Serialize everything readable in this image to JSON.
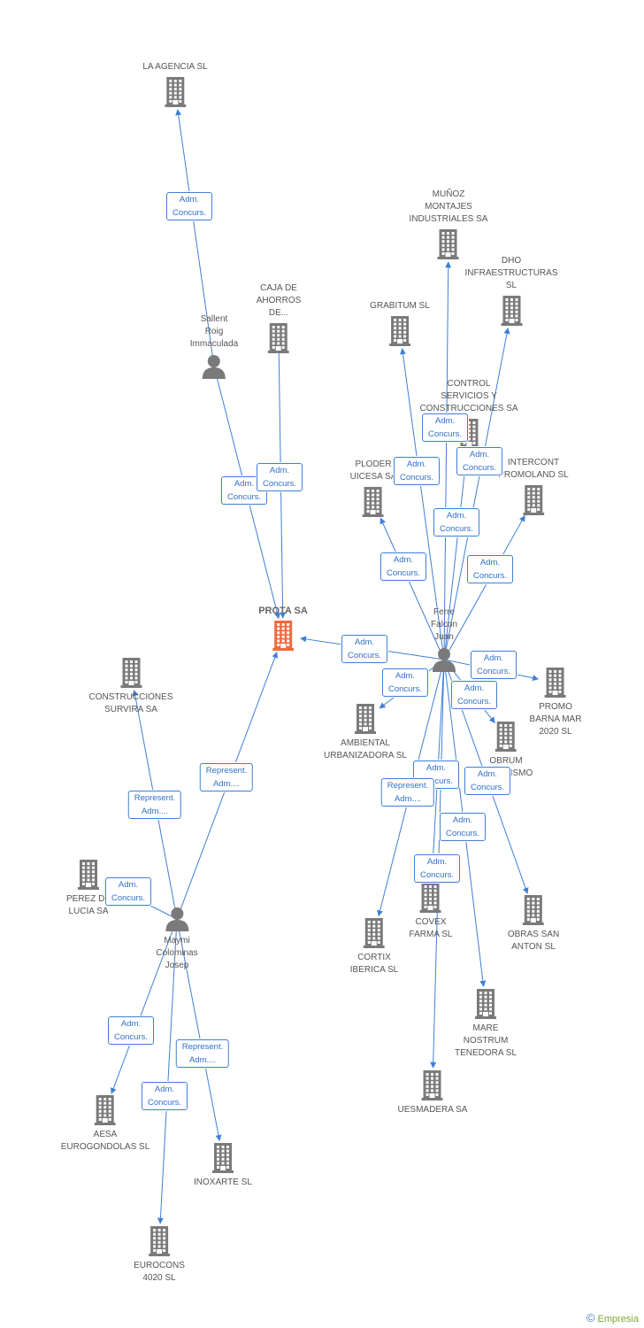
{
  "colors": {
    "edge": "#3f7fd6",
    "building": "#7a7a7a",
    "focus": "#f26a3c",
    "person": "#7a7a7a"
  },
  "nodes": [
    {
      "id": "prota",
      "type": "company",
      "focus": true,
      "lines": [
        "PROTA SA"
      ],
      "labelPos": "above"
    },
    {
      "id": "agencia",
      "type": "company",
      "lines": [
        "LA AGENCIA SL"
      ],
      "labelPos": "above"
    },
    {
      "id": "sallent",
      "type": "person",
      "lines": [
        "Sallent",
        "Roig",
        "Immaculada"
      ],
      "labelPos": "above"
    },
    {
      "id": "caja",
      "type": "company",
      "lines": [
        "CAJA DE",
        "AHORROS",
        "DE..."
      ],
      "labelPos": "above"
    },
    {
      "id": "munoz",
      "type": "company",
      "lines": [
        "MUÑOZ",
        "MONTAJES",
        "INDUSTRIALES SA"
      ],
      "labelPos": "above"
    },
    {
      "id": "dho",
      "type": "company",
      "lines": [
        "DHO",
        "INFRAESTRUCTURAS",
        "SL"
      ],
      "labelPos": "above"
    },
    {
      "id": "grabitum",
      "type": "company",
      "lines": [
        "GRABITUM SL"
      ],
      "labelPos": "above"
    },
    {
      "id": "control",
      "type": "company",
      "lines": [
        "CONTROL",
        "SERVICIOS Y",
        "CONSTRUCCIONES SA"
      ],
      "labelPos": "above"
    },
    {
      "id": "ploder",
      "type": "company",
      "lines": [
        "PLODER",
        "UICESA SA"
      ],
      "labelPos": "above"
    },
    {
      "id": "intercont",
      "type": "company",
      "lines": [
        "INTERCONT",
        "PROMOLAND SL"
      ],
      "labelPos": "above"
    },
    {
      "id": "ferre",
      "type": "person",
      "lines": [
        "Ferre",
        "Falcon",
        "Juan"
      ],
      "labelPos": "above"
    },
    {
      "id": "survira",
      "type": "company",
      "lines": [
        "CONSTRUCCIONES",
        "SURVIRA SA"
      ],
      "labelPos": "below"
    },
    {
      "id": "ambiental",
      "type": "company",
      "lines": [
        "AMBIENTAL",
        "URBANIZADORA SL"
      ],
      "labelPos": "below"
    },
    {
      "id": "promo",
      "type": "company",
      "lines": [
        "PROMO",
        "BARNA MAR",
        "2020 SL"
      ],
      "labelPos": "below"
    },
    {
      "id": "obrum",
      "type": "company",
      "lines": [
        "OBRUM",
        "URBANISMO"
      ],
      "labelPos": "below"
    },
    {
      "id": "perez",
      "type": "company",
      "lines": [
        "PEREZ DE",
        "LUCIA SA"
      ],
      "labelPos": "below"
    },
    {
      "id": "maymi",
      "type": "person",
      "lines": [
        "Maymi",
        "Colominas",
        "Josep"
      ],
      "labelPos": "below"
    },
    {
      "id": "covex",
      "type": "company",
      "lines": [
        "COVEX",
        "FARMA SL"
      ],
      "labelPos": "below"
    },
    {
      "id": "obras",
      "type": "company",
      "lines": [
        "OBRAS SAN",
        "ANTON  SL"
      ],
      "labelPos": "below"
    },
    {
      "id": "cortix",
      "type": "company",
      "lines": [
        "CORTIX",
        "IBERICA SL"
      ],
      "labelPos": "below"
    },
    {
      "id": "mare",
      "type": "company",
      "lines": [
        "MARE",
        "NOSTRUM",
        "TENEDORA SL"
      ],
      "labelPos": "below"
    },
    {
      "id": "uesmadera",
      "type": "company",
      "lines": [
        "UESMADERA SA"
      ],
      "labelPos": "below"
    },
    {
      "id": "aesa",
      "type": "company",
      "lines": [
        "AESA",
        "EUROGONDOLAS SL"
      ],
      "labelPos": "below"
    },
    {
      "id": "inoxarte",
      "type": "company",
      "lines": [
        "INOXARTE SL"
      ],
      "labelPos": "below"
    },
    {
      "id": "eurocons",
      "type": "company",
      "lines": [
        "EUROCONS",
        "4020 SL"
      ],
      "labelPos": "below"
    }
  ],
  "edges": [
    {
      "from": "sallent",
      "to": "agencia",
      "label": [
        "Adm.",
        "Concurs."
      ]
    },
    {
      "from": "sallent",
      "to": "prota",
      "label": [
        "Adm.",
        "Concurs."
      ]
    },
    {
      "from": "caja",
      "to": "prota",
      "label": [
        "Adm.",
        "Concurs."
      ]
    },
    {
      "from": "ferre",
      "to": "prota",
      "label": [
        "Adm.",
        "Concurs."
      ]
    },
    {
      "from": "ferre",
      "to": "munoz",
      "label": [
        "Adm.",
        "Concurs."
      ]
    },
    {
      "from": "ferre",
      "to": "dho",
      "label": [
        "Adm.",
        "Concurs."
      ]
    },
    {
      "from": "ferre",
      "to": "grabitum",
      "label": [
        "Adm.",
        "Concurs."
      ]
    },
    {
      "from": "ferre",
      "to": "control",
      "label": [
        "Adm.",
        "Concurs."
      ]
    },
    {
      "from": "ferre",
      "to": "ploder",
      "label": [
        "Adm.",
        "Concurs."
      ]
    },
    {
      "from": "ferre",
      "to": "intercont",
      "label": [
        "Adm.",
        "Concurs."
      ]
    },
    {
      "from": "ferre",
      "to": "promo",
      "label": [
        "Adm.",
        "Concurs."
      ]
    },
    {
      "from": "ferre",
      "to": "ambiental",
      "label": [
        "Adm.",
        "Concurs."
      ]
    },
    {
      "from": "ferre",
      "to": "obrum",
      "label": [
        "Adm.",
        "Concurs."
      ]
    },
    {
      "from": "ferre",
      "to": "covex",
      "label": [
        "Adm.",
        "Concurs."
      ]
    },
    {
      "from": "ferre",
      "to": "cortix",
      "label": [
        "Represent.",
        "Adm...."
      ]
    },
    {
      "from": "ferre",
      "to": "obras",
      "label": [
        "Adm.",
        "Concurs."
      ]
    },
    {
      "from": "ferre",
      "to": "mare",
      "label": [
        "Adm.",
        "Concurs."
      ]
    },
    {
      "from": "ferre",
      "to": "uesmadera",
      "label": [
        "Adm.",
        "Concurs."
      ]
    },
    {
      "from": "maymi",
      "to": "prota",
      "label": [
        "Represent.",
        "Adm...."
      ]
    },
    {
      "from": "maymi",
      "to": "survira",
      "label": [
        "Represent.",
        "Adm...."
      ]
    },
    {
      "from": "maymi",
      "to": "perez",
      "label": [
        "Adm.",
        "Concurs."
      ]
    },
    {
      "from": "maymi",
      "to": "aesa",
      "label": [
        "Adm.",
        "Concurs."
      ]
    },
    {
      "from": "maymi",
      "to": "inoxarte",
      "label": [
        "Represent.",
        "Adm...."
      ]
    },
    {
      "from": "maymi",
      "to": "eurocons",
      "label": [
        "Adm.",
        "Concurs."
      ]
    }
  ],
  "credit": {
    "symbol": "©",
    "text": "Empresia"
  }
}
